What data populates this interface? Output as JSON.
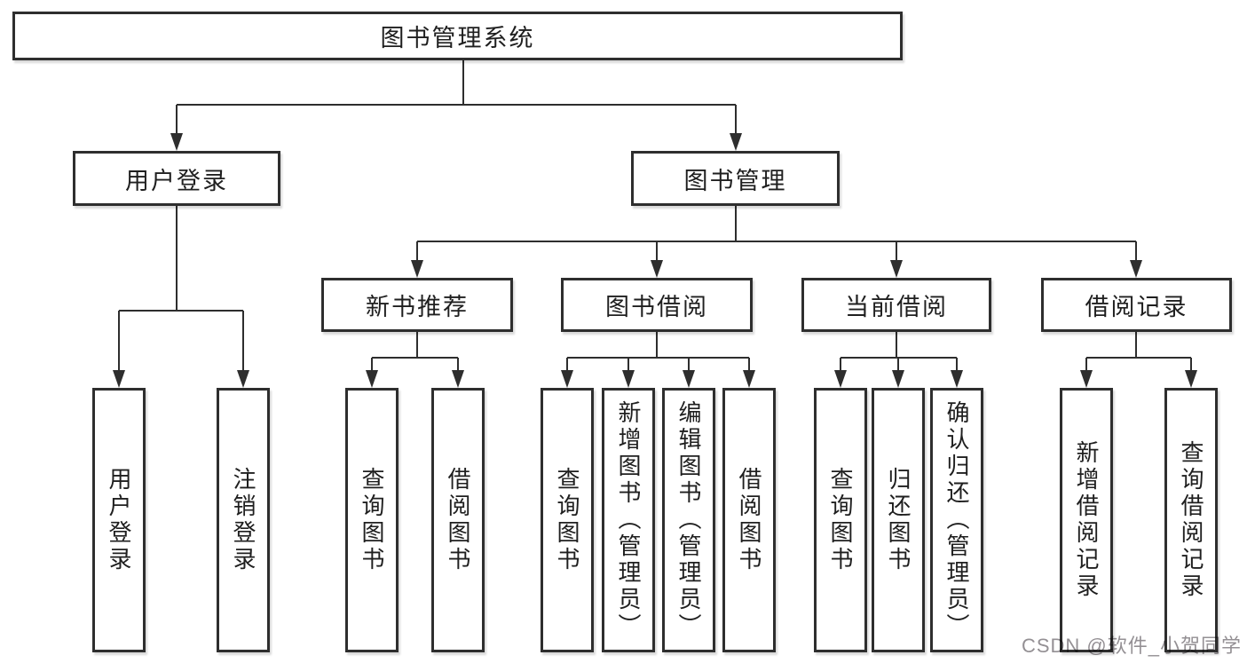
{
  "diagram": {
    "title": "图书管理系统",
    "level2": [
      {
        "label": "用户登录"
      },
      {
        "label": "图书管理"
      }
    ],
    "level3": [
      {
        "label": "新书推荐",
        "parent": "图书管理"
      },
      {
        "label": "图书借阅",
        "parent": "图书管理"
      },
      {
        "label": "当前借阅",
        "parent": "图书管理"
      },
      {
        "label": "借阅记录",
        "parent": "图书管理"
      }
    ],
    "leaves": [
      {
        "label": "用户登录",
        "parent": "用户登录"
      },
      {
        "label": "注销登录",
        "parent": "用户登录"
      },
      {
        "label": "查询图书",
        "parent": "新书推荐"
      },
      {
        "label": "借阅图书",
        "parent": "新书推荐"
      },
      {
        "label": "查询图书",
        "parent": "图书借阅"
      },
      {
        "label": "新增图书（管理员）",
        "parent": "图书借阅"
      },
      {
        "label": "编辑图书（管理员）",
        "parent": "图书借阅"
      },
      {
        "label": "借阅图书",
        "parent": "图书借阅"
      },
      {
        "label": "查询图书",
        "parent": "当前借阅"
      },
      {
        "label": "归还图书",
        "parent": "当前借阅"
      },
      {
        "label": "确认归还（管理员）",
        "parent": "当前借阅"
      },
      {
        "label": "新增借阅记录",
        "parent": "借阅记录"
      },
      {
        "label": "查询借阅记录",
        "parent": "借阅记录"
      }
    ]
  },
  "watermark": {
    "text": "CSDN @软件_小贺同学"
  },
  "colors": {
    "line": "#2e2e2e",
    "box_border": "#2e2e2e",
    "text": "#1f1f1f",
    "watermark": "#949094",
    "background": "#ffffff"
  }
}
